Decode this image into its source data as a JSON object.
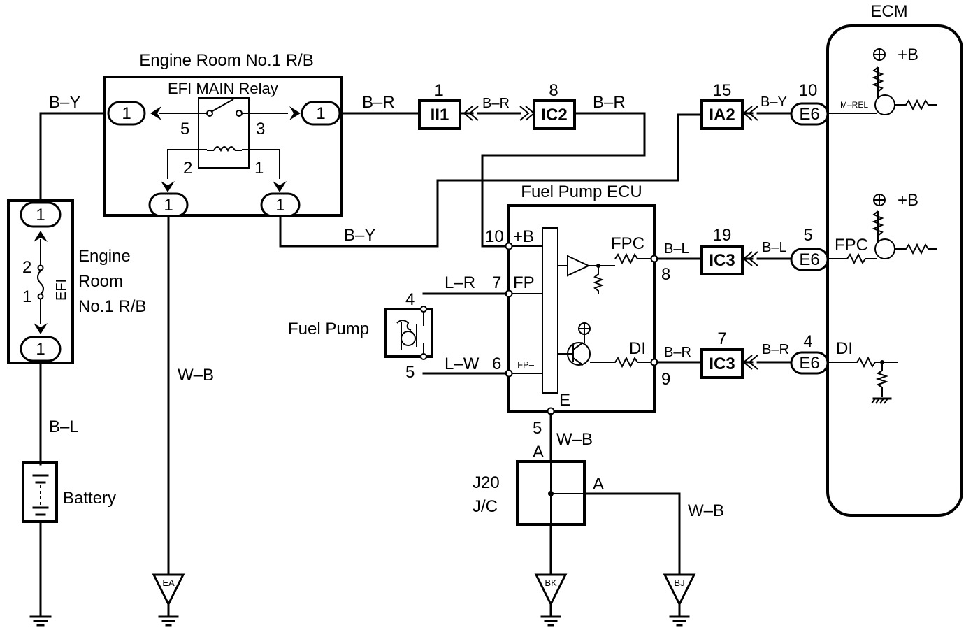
{
  "diagram": {
    "components": {
      "ecm": "ECM",
      "engine_room_rb_top": "Engine Room No.1 R/B",
      "efi_main_relay": "EFI MAIN Relay",
      "fuel_pump_ecu": "Fuel Pump ECU",
      "fuel_pump": "Fuel Pump",
      "engine_room_rb_side": [
        "Engine",
        "Room",
        "No.1 R/B"
      ],
      "efi_fuse": "EFI",
      "battery": "Battery",
      "jc_name": "J20",
      "jc_type": "J/C"
    },
    "connectors": {
      "ii1": "II1",
      "ic2": "IC2",
      "ia2": "IA2",
      "ic3_a": "IC3",
      "ic3_b": "IC3",
      "e6_a": "E6",
      "e6_b": "E6",
      "e6_c": "E6"
    },
    "pins": {
      "rb_left": "1",
      "rb_right": "1",
      "rb_bottom_left": "1",
      "rb_bottom_right": "1",
      "relay_5": "5",
      "relay_3": "3",
      "relay_2": "2",
      "relay_1": "1",
      "ii1_pin": "1",
      "ic2_pin": "8",
      "ia2_pin": "15",
      "ecm_mrel_pin": "10",
      "ic3a_pin": "19",
      "ecm_fpc_pin": "5",
      "ic3b_pin": "7",
      "ecm_di_pin": "4",
      "ecu_b": "10",
      "ecu_fp": "7",
      "ecu_fpm": "6",
      "ecu_fpc": "8",
      "ecu_di": "9",
      "ecu_e": "5",
      "pump_top": "4",
      "pump_bottom": "5",
      "fuse_top_conn": "1",
      "fuse_bot_conn": "1",
      "fuse_2": "2",
      "fuse_1": "1",
      "jc_a_top": "A",
      "jc_a_right": "A"
    },
    "terminals": {
      "plus_b": "+B",
      "fp": "FP",
      "fp_minus": "FP–",
      "fpc": "FPC",
      "di": "DI",
      "e": "E",
      "ecm_plus_b1": "+B",
      "ecm_plus_b2": "+B",
      "ecm_mrel": "M–REL",
      "ecm_fpc": "FPC",
      "ecm_di": "DI"
    },
    "wire_colors": {
      "by_left": "B–Y",
      "br_1": "B–R",
      "br_2": "B–R",
      "br_3": "B–R",
      "by_ecm": "B–Y",
      "by_mid": "B–Y",
      "bl_ecu": "B–L",
      "bl_ecm": "B–L",
      "br_ecu": "B–R",
      "br_ecm": "B–R",
      "lr": "L–R",
      "lw": "L–W",
      "wb_ecu": "W–B",
      "wb_ea": "W–B",
      "wb_bj": "W–B",
      "bl_batt": "B–L"
    },
    "grounds": {
      "ea": "EA",
      "bk": "BK",
      "bj": "BJ"
    }
  }
}
